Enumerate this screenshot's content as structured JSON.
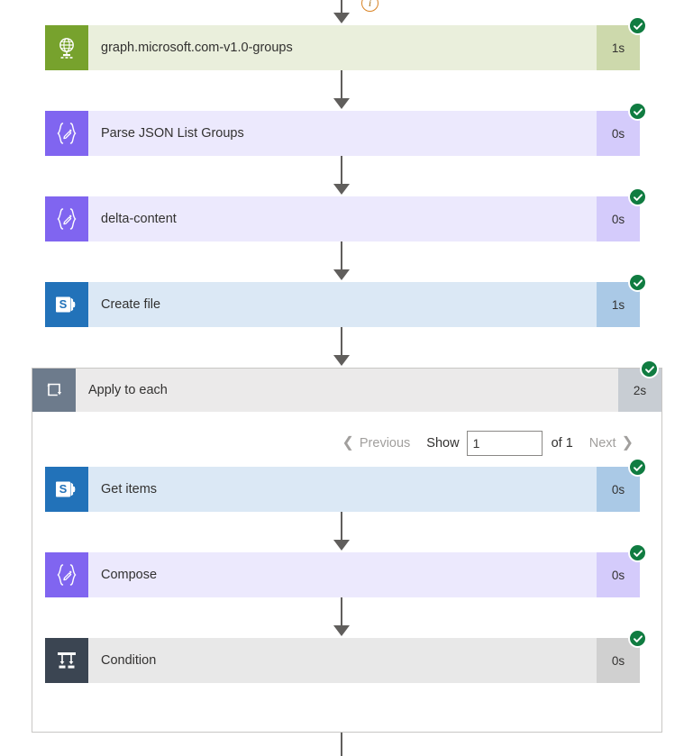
{
  "flow": {
    "info_icon": {
      "name": "info-icon",
      "glyph": "i",
      "color": "#d98324"
    },
    "status": {
      "label": "Succeeded",
      "color": "#107c41",
      "icon": "check-circle-icon"
    },
    "top_actions": [
      {
        "title": "graph.microsoft.com-v1.0-groups",
        "duration": "1s",
        "icon": "globe-http-icon",
        "theme": "http",
        "status": "Succeeded"
      },
      {
        "title": "Parse JSON List Groups",
        "duration": "0s",
        "icon": "parse-json-icon",
        "theme": "data",
        "status": "Succeeded"
      },
      {
        "title": "delta-content",
        "duration": "0s",
        "icon": "parse-json-icon",
        "theme": "data",
        "status": "Succeeded"
      },
      {
        "title": "Create file",
        "duration": "1s",
        "icon": "sharepoint-icon",
        "theme": "sp",
        "status": "Succeeded"
      }
    ],
    "scope": {
      "title": "Apply to each",
      "duration": "2s",
      "icon": "loop-icon",
      "theme": "ctrl",
      "status": "Succeeded",
      "pagination": {
        "previous_label": "Previous",
        "show_label": "Show",
        "page_value": "1",
        "of_label": "of 1",
        "next_label": "Next",
        "prev_icon": "chevron-left-icon",
        "next_icon": "chevron-right-icon"
      },
      "actions": [
        {
          "title": "Get items",
          "duration": "0s",
          "icon": "sharepoint-icon",
          "theme": "sp",
          "status": "Succeeded"
        },
        {
          "title": "Compose",
          "duration": "0s",
          "icon": "compose-icon",
          "theme": "data",
          "status": "Succeeded"
        },
        {
          "title": "Condition",
          "duration": "0s",
          "icon": "condition-icon",
          "theme": "cond",
          "status": "Succeeded"
        }
      ]
    }
  }
}
